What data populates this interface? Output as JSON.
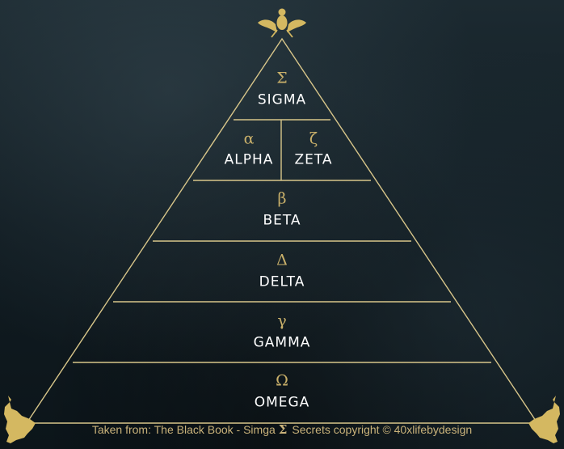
{
  "tiers": [
    {
      "symbol": "Σ",
      "name": "SIGMA"
    },
    {
      "symbol": "α",
      "name": "ALPHA"
    },
    {
      "symbol": "ζ",
      "name": "ZETA"
    },
    {
      "symbol": "β",
      "name": "BETA"
    },
    {
      "symbol": "Δ",
      "name": "DELTA"
    },
    {
      "symbol": "γ",
      "name": "GAMMA"
    },
    {
      "symbol": "Ω",
      "name": "OMEGA"
    }
  ],
  "footer": {
    "prefix": "Taken from: The Black Book - Simga",
    "symbol": "Σ",
    "suffix": "Secrets copyright © 40xlifebydesign"
  },
  "colors": {
    "gold": "#c9b06a",
    "line": "#d8c68a",
    "text": "#ffffff",
    "background": "#0f1a20"
  },
  "icons": {
    "apex": "scarab-icon",
    "corner_left": "anubis-icon",
    "corner_right": "anubis-icon"
  }
}
